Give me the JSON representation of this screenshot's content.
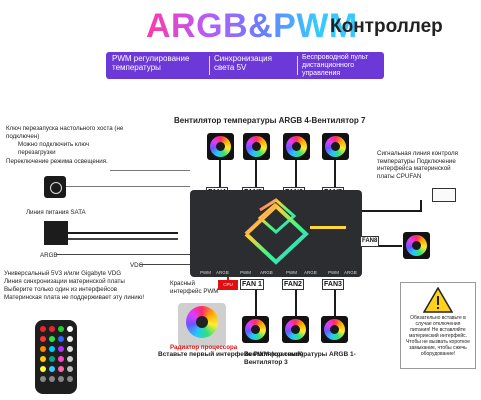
{
  "header": {
    "brand": "ARGB&PWM",
    "product": "Контроллер"
  },
  "features": [
    {
      "label": "PWM регулирование температуры"
    },
    {
      "label": "Синхронизация света 5V"
    },
    {
      "label": "Беспроводной пульт дистанционного управления"
    }
  ],
  "titles": {
    "top_fans": "Вентилятор температуры ARGB 4-Вентилятор 7",
    "bottom_fans": "Вентилятор температуры ARGB 1-Вентилятор 3"
  },
  "left_notes": {
    "reset": "Ключ перезапуска настольного хоста (не подключен)",
    "key": "Можно подключить ключ перезагрузки",
    "mode": "Переключение режима освещения.",
    "sata": "Линия питания SATA",
    "argb": "ARGB",
    "vdg": "VDG",
    "sync1": "Универсальный 5V3 и/или Gigabyte VDG",
    "sync2": "Линия синхронизации материнской платы",
    "sync3": "Выберите только один из интерфейсов",
    "sync4": "Материнская плата не поддерживает эту линию!"
  },
  "right_notes": {
    "signal": "Сигнальная линия контроля температуры Подключение интерфейса материнской платы CPUFAN"
  },
  "fan_labels": {
    "fan4": "FAN4",
    "fan5": "FAN5",
    "fan6": "FAN6",
    "fan7": "FAN7",
    "fan8": "FAN8",
    "fan1": "FAN 1",
    "fan2": "FAN2",
    "fan3": "FAN3"
  },
  "hub_pins": {
    "pwm": "PWM",
    "argb": "ARGB",
    "cpu_cooler": "CPU COOLER"
  },
  "cpu": {
    "red_iface": "Красный интерфейс PWM",
    "radiator": "Радиатор процессора",
    "insert_first": "Вставьте первый интерфейс PWM (красный)"
  },
  "warning": {
    "text": "Обязательно вставьте в случае отключения питания! Не вставляйте материнский интерфейс. Чтобы не вызвать короткое замыкание, чтобы сжечь оборудование!"
  },
  "colors": {
    "accent": "#6c38d8",
    "hub": "#2b2d31",
    "warn": "#ffd21a"
  }
}
